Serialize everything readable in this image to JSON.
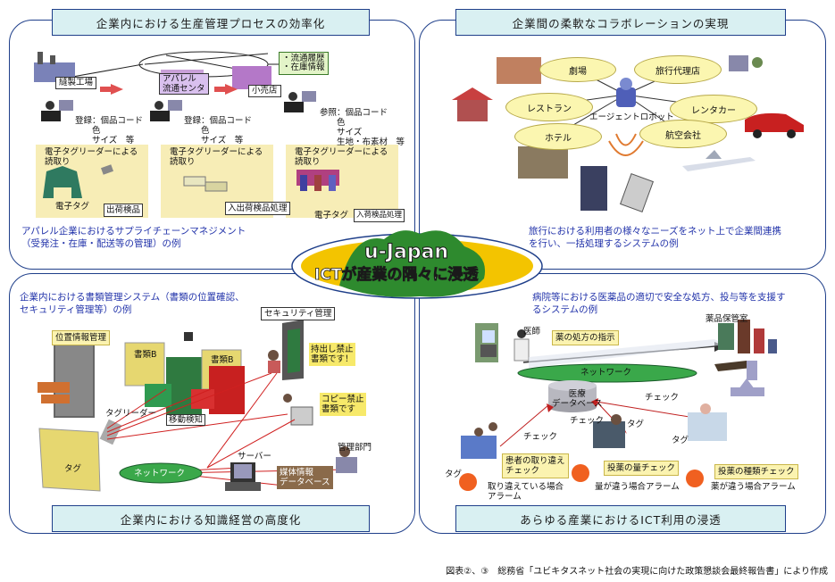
{
  "center": {
    "title": "u-Japan",
    "subtitle": "ICTが産業の隅々に浸透"
  },
  "panels": {
    "top_left": {
      "header": "企業内における生産管理プロセスの効率化",
      "nodes": {
        "factory": "縫製工場",
        "center": "アパレル\n流通センタ",
        "store": "小売店"
      },
      "green_note": "・流通履歴\n・在庫情報",
      "reg1": "登録：個品コード\n　　色\n　　サイズ　等",
      "reg2": "登録：個品コード\n　　色\n　　サイズ　等",
      "ref": "参照：個品コード\n　　色\n　　サイズ\n　　生地・布素材　等",
      "reader1": "電子タグリーダーによる\n読取り",
      "reader2": "電子タグリーダーによる\n読取り",
      "reader3": "電子タグリーダーによる\n読取り",
      "tag1": "電子タグ",
      "tag3": "電子タグ",
      "box1": "出荷検品",
      "box2": "入出荷検品処理",
      "box3": "入荷検品処理",
      "desc": "アパレル企業におけるサプライチェーンマネジメント\n（受発注・在庫・配送等の管理）の例"
    },
    "top_right": {
      "header": "企業間の柔軟なコラボレーションの実現",
      "ovals": [
        "劇場",
        "旅行代理店",
        "レストラン",
        "レンタカー",
        "ホテル",
        "航空会社"
      ],
      "robot": "エージェントロボット",
      "desc": "旅行における利用者の様々なニーズをネット上で企業間連携\nを行い、一括処理するシステムの例"
    },
    "bottom_left": {
      "header": "企業内における知識経営の高度化",
      "desc": "企業内における書類管理システム（書類の位置確認、\nセキュリティ管理等）の例",
      "pos_mgmt": "位置情報管理",
      "docB1": "書類B",
      "docB2": "書類B",
      "security": "セキュリティ管理",
      "no_takeout": "持出し禁止\n書類です！",
      "no_copy": "コピー禁止\n書類です",
      "tag_reader": "タグリーダー",
      "move_detect": "移動検知",
      "tag": "タグ",
      "network": "ネットワーク",
      "server": "サーバー",
      "db": "媒体情報\nデータベース",
      "admin": "管理部門"
    },
    "bottom_right": {
      "header": "あらゆる産業におけるICT利用の浸透",
      "desc": "病院等における医薬品の適切で安全な処方、投与等を支援す\nるシステムの例",
      "doctor": "医師",
      "instruction": "薬の処方の指示",
      "storage": "薬品保管室",
      "network": "ネットワーク",
      "db": "医療\nデータベース",
      "check1": "チェック",
      "check2": "チェック",
      "check3": "チェック",
      "tag1": "タグ",
      "tag2": "タグ",
      "tag3": "タグ",
      "patient_check": "患者の取り違え\nチェック",
      "dose_check": "投薬の量チェック",
      "type_check": "投薬の種類チェック",
      "alarm1": "取り違えている場合\nアラーム",
      "alarm2": "量が違う場合アラーム",
      "alarm3": "薬が違う場合アラーム"
    }
  },
  "footer": "図表②、③　総務省「ユビキタスネット社会の実現に向けた政策懇談会最終報告書」により作成"
}
